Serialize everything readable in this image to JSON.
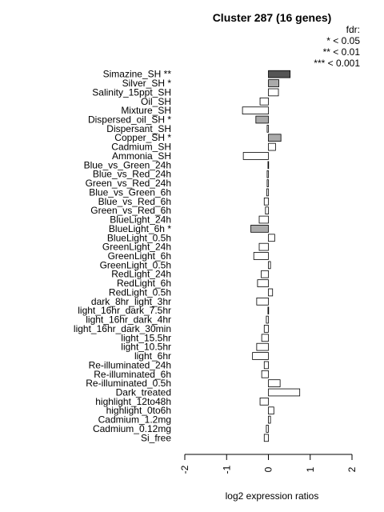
{
  "chart_data": {
    "type": "bar",
    "orientation": "horizontal",
    "title": "Cluster 287 (16 genes)",
    "xlabel": "log2 expression ratios",
    "xlim": [
      -2,
      2
    ],
    "xticks": [
      "-2",
      "-1",
      "0",
      "1",
      "2"
    ],
    "legend": {
      "title": "fdr:",
      "entries": [
        "* < 0.05",
        "** < 0.01",
        "*** < 0.001"
      ],
      "placement": "top-right"
    },
    "colors": {
      "fdr_001": "#555555",
      "fdr_05": "#aaaaaa",
      "none": "#ffffff",
      "stroke": "#000000"
    },
    "categories": [
      "Simazine_SH **",
      "Silver_SH *",
      "Salinity_15ppt_SH",
      "Oil_SH",
      "Mixture_SH",
      "Dispersed_oil_SH *",
      "Dispersant_SH",
      "Copper_SH *",
      "Cadmium_SH",
      "Ammonia_SH",
      "Blue_vs_Green_24h",
      "Blue_vs_Red_24h",
      "Green_vs_Red_24h",
      "Blue_vs_Green_6h",
      "Blue_vs_Red_6h",
      "Green_vs_Red_6h",
      "BlueLight_24h",
      "BlueLight_6h *",
      "BlueLight_0.5h",
      "GreenLight_24h",
      "GreenLight_6h",
      "GreenLight_0.5h",
      "RedLight_24h",
      "RedLight_6h",
      "RedLight_0.5h",
      "dark_8hr_light_3hr",
      "light_16hr_dark_7.5hr",
      "light_16hr_dark_4hr",
      "light_16hr_dark_30min",
      "light_15.5hr",
      "light_10.5hr",
      "light_6hr",
      "Re-illuminated_24h",
      "Re-illuminated_6h",
      "Re-illuminated_0.5h",
      "Dark_treated",
      "highlight_12to48h",
      "highlight_0to6h",
      "Cadmium_1.2mg",
      "Cadmium_0.12mg",
      "Si_free"
    ],
    "values": [
      0.52,
      0.25,
      0.24,
      -0.2,
      -0.62,
      -0.3,
      -0.03,
      0.3,
      0.17,
      -0.6,
      -0.01,
      -0.03,
      -0.03,
      -0.04,
      -0.1,
      -0.07,
      -0.22,
      -0.42,
      0.15,
      -0.22,
      -0.35,
      0.05,
      -0.17,
      -0.26,
      0.1,
      -0.28,
      -0.01,
      -0.05,
      -0.1,
      -0.16,
      -0.28,
      -0.38,
      -0.1,
      -0.16,
      0.28,
      0.75,
      -0.2,
      0.13,
      0.05,
      -0.05,
      -0.1
    ],
    "significance": [
      "**",
      "*",
      "",
      "",
      "",
      "*",
      "",
      "*",
      "",
      "",
      "",
      "",
      "",
      "",
      "",
      "",
      "",
      "*",
      "",
      "",
      "",
      "",
      "",
      "",
      "",
      "",
      "",
      "",
      "",
      "",
      "",
      "",
      "",
      "",
      "",
      "",
      "",
      "",
      "",
      "",
      ""
    ]
  }
}
